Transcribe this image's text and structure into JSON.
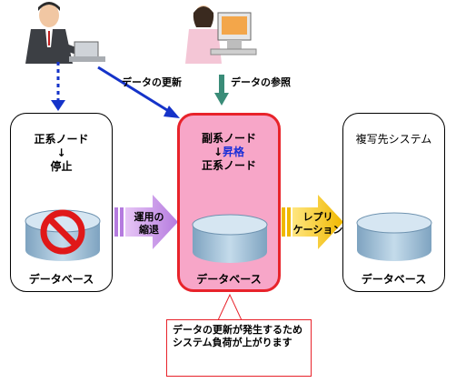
{
  "top_labels": {
    "update": "データの更新",
    "reference": "データの参照"
  },
  "primary_node": {
    "title": "正系ノード",
    "arrow": "↓",
    "state": "停止",
    "db_label": "データベース"
  },
  "secondary_node": {
    "title": "副系ノード",
    "arrow": "↓",
    "promote": "昇格",
    "new_role": "正系ノード",
    "db_label": "データベース"
  },
  "replica_system": {
    "title": "複写先システム",
    "db_label": "データベース"
  },
  "arrows": {
    "fallback_line1": "運用の",
    "fallback_line2": "縮退",
    "replication_line1": "レプリ",
    "replication_line2": "ケーション"
  },
  "callout": {
    "text": "データの更新が発生するためシステム負荷が上がります"
  },
  "colors": {
    "highlight_border": "#e8232b",
    "highlight_fill": "#f7a6c8",
    "promote_text": "#1a2fd8",
    "update_arrow": "#1533c9",
    "reference_arrow": "#3a8c78",
    "fallback_arrow": "#c98ae8",
    "replication_arrow": "#f2c200",
    "db_cylinder": "#a9c6dc"
  }
}
